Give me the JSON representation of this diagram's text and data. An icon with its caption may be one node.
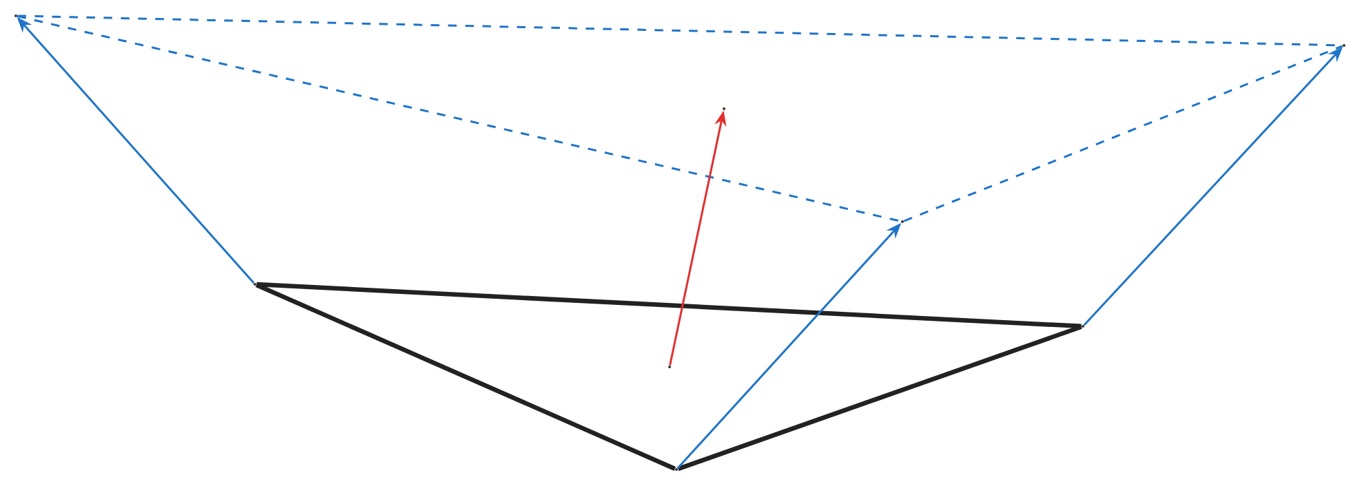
{
  "diagram": {
    "nodes": [
      {
        "text": [],
        "shape": "point"
      },
      {
        "text": [],
        "shape": "point"
      },
      {
        "text": [],
        "shape": "point"
      },
      {
        "text": [],
        "shape": "point"
      },
      {
        "text": [],
        "shape": "point"
      },
      {
        "text": [],
        "shape": "point"
      },
      {
        "text": [],
        "shape": "point"
      },
      {
        "text": [],
        "shape": "point"
      }
    ],
    "edges": [
      {
        "from": 0,
        "to": 2,
        "arrow": "none",
        "color": "#222222",
        "style": "thick"
      },
      {
        "from": 0,
        "to": 1,
        "arrow": "none",
        "color": "#222222",
        "style": "thick"
      },
      {
        "from": 1,
        "to": 2,
        "arrow": "none",
        "color": "#222222",
        "style": "thick"
      },
      {
        "from": 0,
        "to": 3,
        "arrow": "to"
      },
      {
        "from": 1,
        "to": 4,
        "arrow": "to"
      },
      {
        "from": 2,
        "to": 5,
        "arrow": "to"
      },
      {
        "from": 3,
        "to": 5,
        "arrow": "none",
        "style": "dashed"
      },
      {
        "from": 3,
        "to": 4,
        "arrow": "none",
        "style": "dashed"
      },
      {
        "from": 4,
        "to": 5,
        "arrow": "none",
        "style": "dashed"
      },
      {
        "from": 6,
        "to": 7,
        "arrow": "to",
        "color": "#e03030"
      }
    ]
  }
}
